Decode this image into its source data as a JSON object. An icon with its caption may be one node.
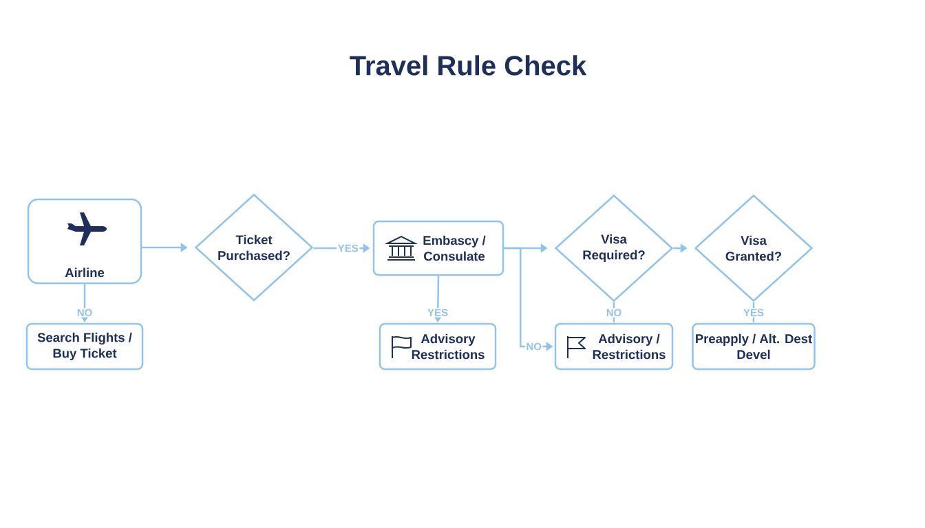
{
  "diagram": {
    "title": "Travel Rule Check",
    "nodes": [
      {
        "text": [
          "Airline"
        ]
      },
      {
        "text": [
          "Ticket Purchased?"
        ]
      },
      {
        "text": [
          "Embascy / Consulate"
        ]
      },
      {
        "text": [
          "Visa Required?"
        ]
      },
      {
        "text": [
          "Visa Granted?"
        ]
      },
      {
        "text": [
          "Search Flights / Buy Ticket"
        ]
      },
      {
        "text": [
          "Advisory Restrictions"
        ]
      },
      {
        "text": [
          "Advisory / Restrictions"
        ]
      },
      {
        "text": [
          "Preapply / Alt. Dest Devel"
        ]
      }
    ],
    "edges": [
      {
        "from": 0,
        "to": 1,
        "arrow": "to"
      },
      {
        "from": 1,
        "to": 2,
        "arrow": "to",
        "label": "YES"
      },
      {
        "from": 0,
        "to": 5,
        "arrow": "to",
        "label": "NO"
      },
      {
        "from": 2,
        "to": 6,
        "arrow": "to",
        "label": "YES"
      },
      {
        "from": 2,
        "to": 3,
        "arrow": "to"
      },
      {
        "from": 2,
        "to": 7,
        "arrow": "to",
        "label": "NO"
      },
      {
        "from": 3,
        "to": 7,
        "arrow": "none",
        "label": "NO"
      },
      {
        "from": 3,
        "to": 4,
        "arrow": "to"
      },
      {
        "from": 4,
        "to": 8,
        "arrow": "none",
        "label": "YES"
      }
    ]
  }
}
